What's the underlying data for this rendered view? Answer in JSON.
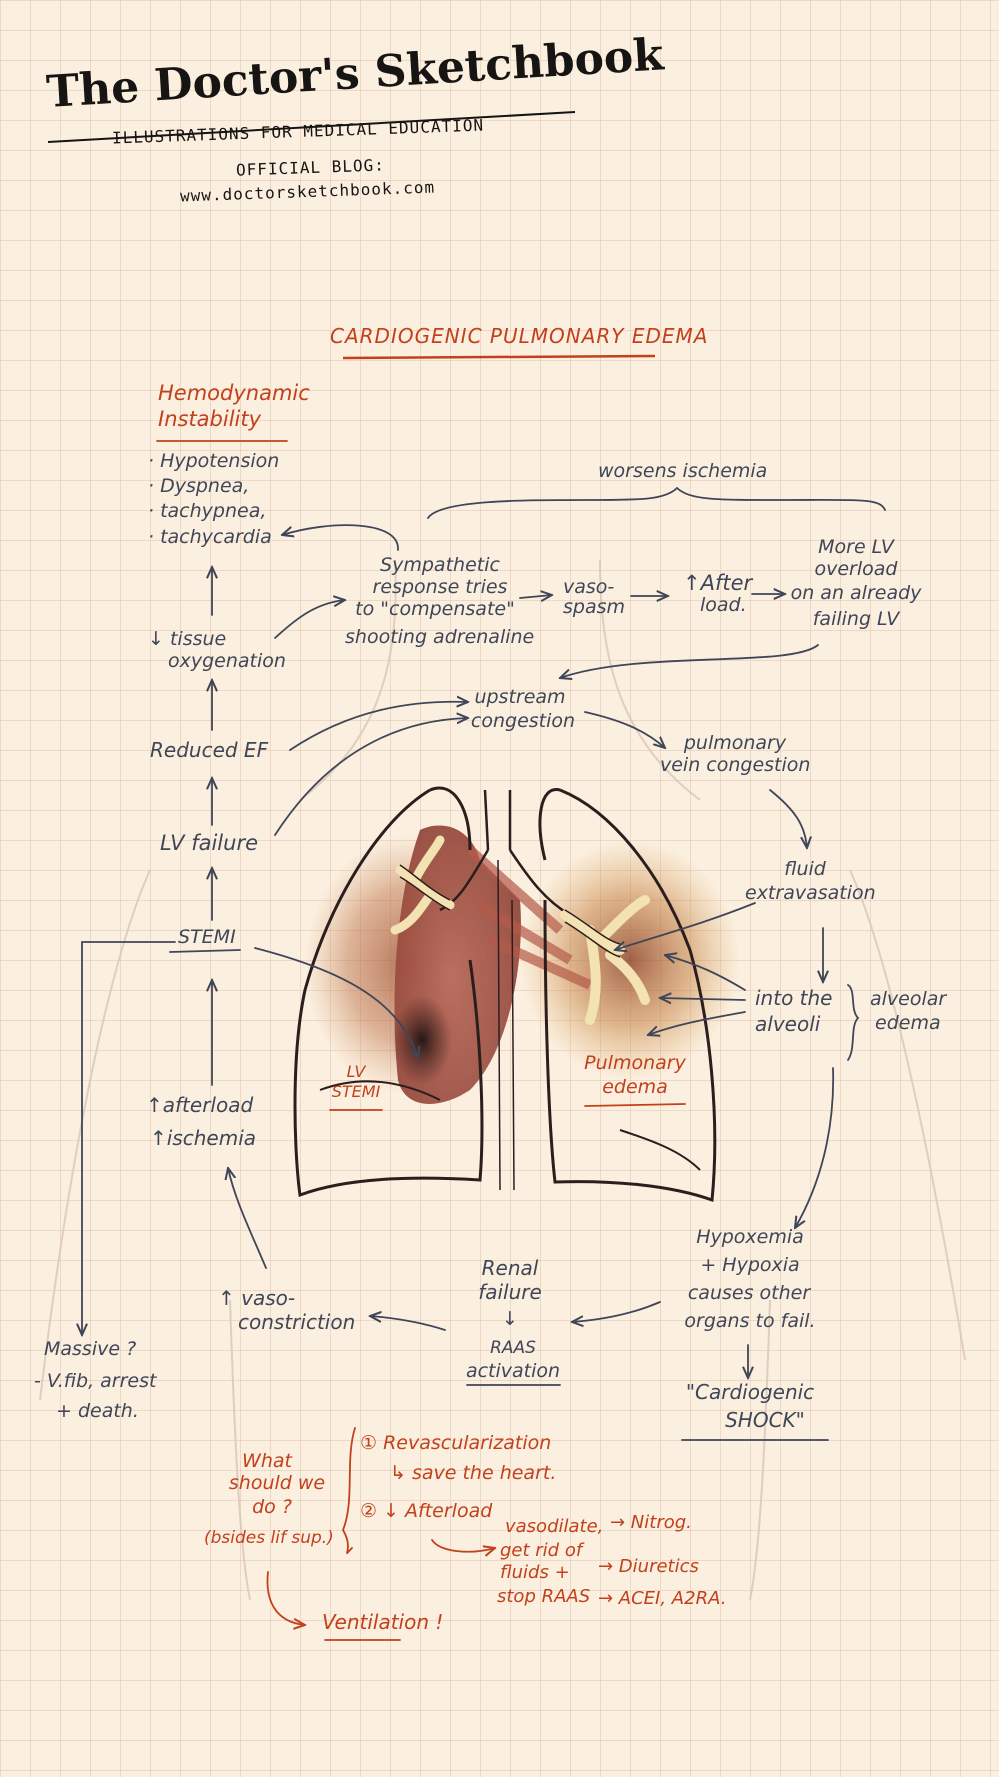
{
  "header": {
    "brand": "The Doctor's Sketchbook",
    "tagline": "ILLUSTRATIONS FOR MEDICAL EDUCATION",
    "blog_label": "OFFICIAL BLOG:",
    "blog_url": "www.doctorsketchbook.com"
  },
  "title": "CARDIOGENIC PULMONARY EDEMA",
  "nodes": {
    "hemodynamic_title_1": "Hemodynamic",
    "hemodynamic_title_2": "Instability",
    "hypotension": "· Hypotension",
    "dyspnea": "· Dyspnea,",
    "tachypnea": "· tachypnea,",
    "tachycardia": "· tachycardia",
    "worsens_ischemia": "worsens ischemia",
    "sympathetic_1": "Sympathetic",
    "sympathetic_2": "response tries",
    "sympathetic_3": "to \"compensate\"",
    "sympathetic_4": "shooting adrenaline",
    "vasospasm_1": "vaso-",
    "vasospasm_2": "spasm",
    "after_load_1": "↑After",
    "after_load_2": "load.",
    "more_lv_1": "More LV",
    "more_lv_2": "overload",
    "more_lv_3": "on an already",
    "more_lv_4": "failing LV",
    "tissue_1": "↓ tissue",
    "tissue_2": "oxygenation",
    "upstream_1": "upstream",
    "upstream_2": "congestion",
    "reduced_ef": "Reduced EF",
    "pulm_vein_1": "pulmonary",
    "pulm_vein_2": "vein congestion",
    "lv_failure": "LV failure",
    "fluid_1": "fluid",
    "fluid_2": "extravasation",
    "stemi": "STEMI",
    "alveoli_1": "into the",
    "alveoli_2": "alveoli",
    "alveolar_1": "alveolar",
    "alveolar_2": "edema",
    "lv_stemi_1": "LV",
    "lv_stemi_2": "STEMI",
    "pulm_edema_1": "Pulmonary",
    "pulm_edema_2": "edema",
    "afterload_isch_1": "↑afterload",
    "afterload_isch_2": "↑ischemia",
    "hypox_1": "Hypoxemia",
    "hypox_2": "+ Hypoxia",
    "hypox_3": "causes other",
    "hypox_4": "organs to fail.",
    "renal_1": "Renal",
    "renal_2": "failure",
    "renal_arrow": "↓",
    "raas_1": "RAAS",
    "raas_2": "activation",
    "vaso_1": "↑ vaso-",
    "vaso_2": "constriction",
    "massive_1": "Massive ?",
    "massive_2": "- V.fib, arrest",
    "massive_3": "+ death.",
    "shock_1": "\"Cardiogenic",
    "shock_2": "SHOCK\""
  },
  "treatment": {
    "question_1": "What",
    "question_2": "should we",
    "question_3": "do ?",
    "question_4": "(bsides lif sup.)",
    "step1_label": "① Revascularization",
    "step1_sub": "↳ save the heart.",
    "step2_label": "② ↓ Afterload",
    "vasodilate": "vasodilate,",
    "get_rid_1": "get rid of",
    "get_rid_2": "fluids +",
    "stop_raas": "stop RAAS",
    "nitro": "→ Nitrog.",
    "diuretics": "→ Diuretics",
    "acei": "→ ACEI, A2RA.",
    "ventilation": "Ventilation !"
  },
  "colors": {
    "ink": "#3f4658",
    "red_ink": "#c2411c",
    "paper": "#fbefdf",
    "grid": "#e4b5a3"
  }
}
